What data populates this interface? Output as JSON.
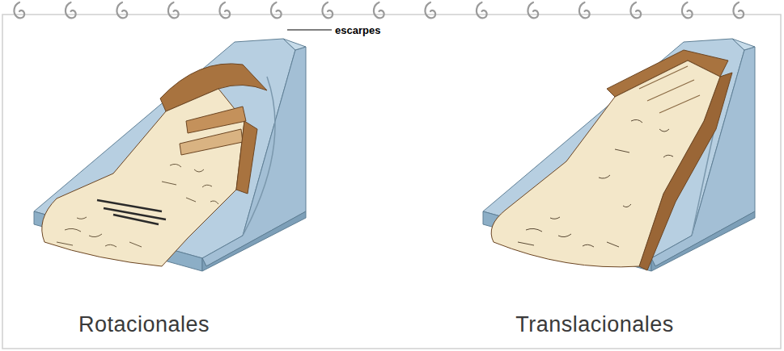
{
  "diagram": {
    "nodes": [
      {
        "text": [
          "Rotacionales"
        ]
      },
      {
        "text": [
          "Translacionales"
        ]
      }
    ],
    "labels": [
      "escarpes"
    ]
  }
}
